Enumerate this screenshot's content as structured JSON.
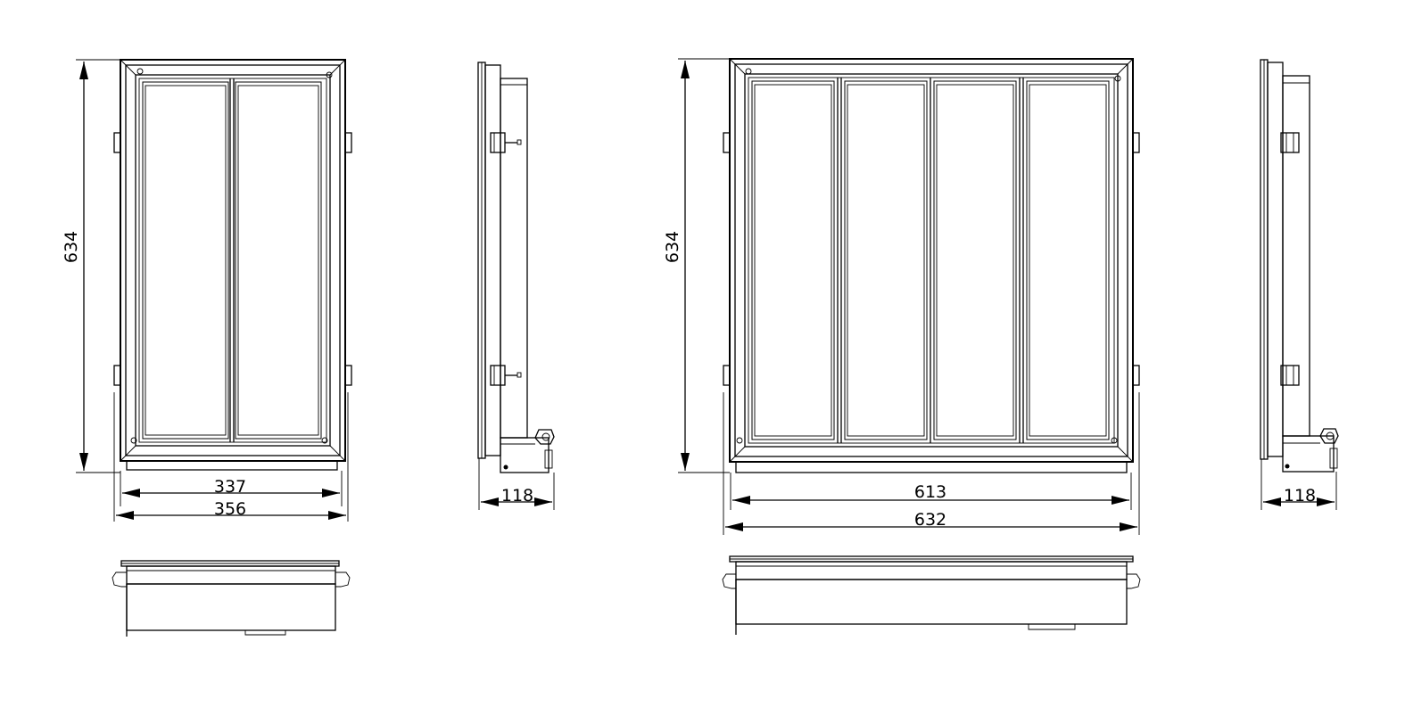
{
  "drawing": {
    "small_unit": {
      "height_label": "634",
      "inner_width_label": "337",
      "outer_width_label": "356",
      "depth_label": "118",
      "panels": 2
    },
    "large_unit": {
      "height_label": "634",
      "inner_width_label": "613",
      "outer_width_label": "632",
      "depth_label": "118",
      "panels": 4
    },
    "colors": {
      "line": "#000000",
      "background": "#ffffff"
    }
  }
}
